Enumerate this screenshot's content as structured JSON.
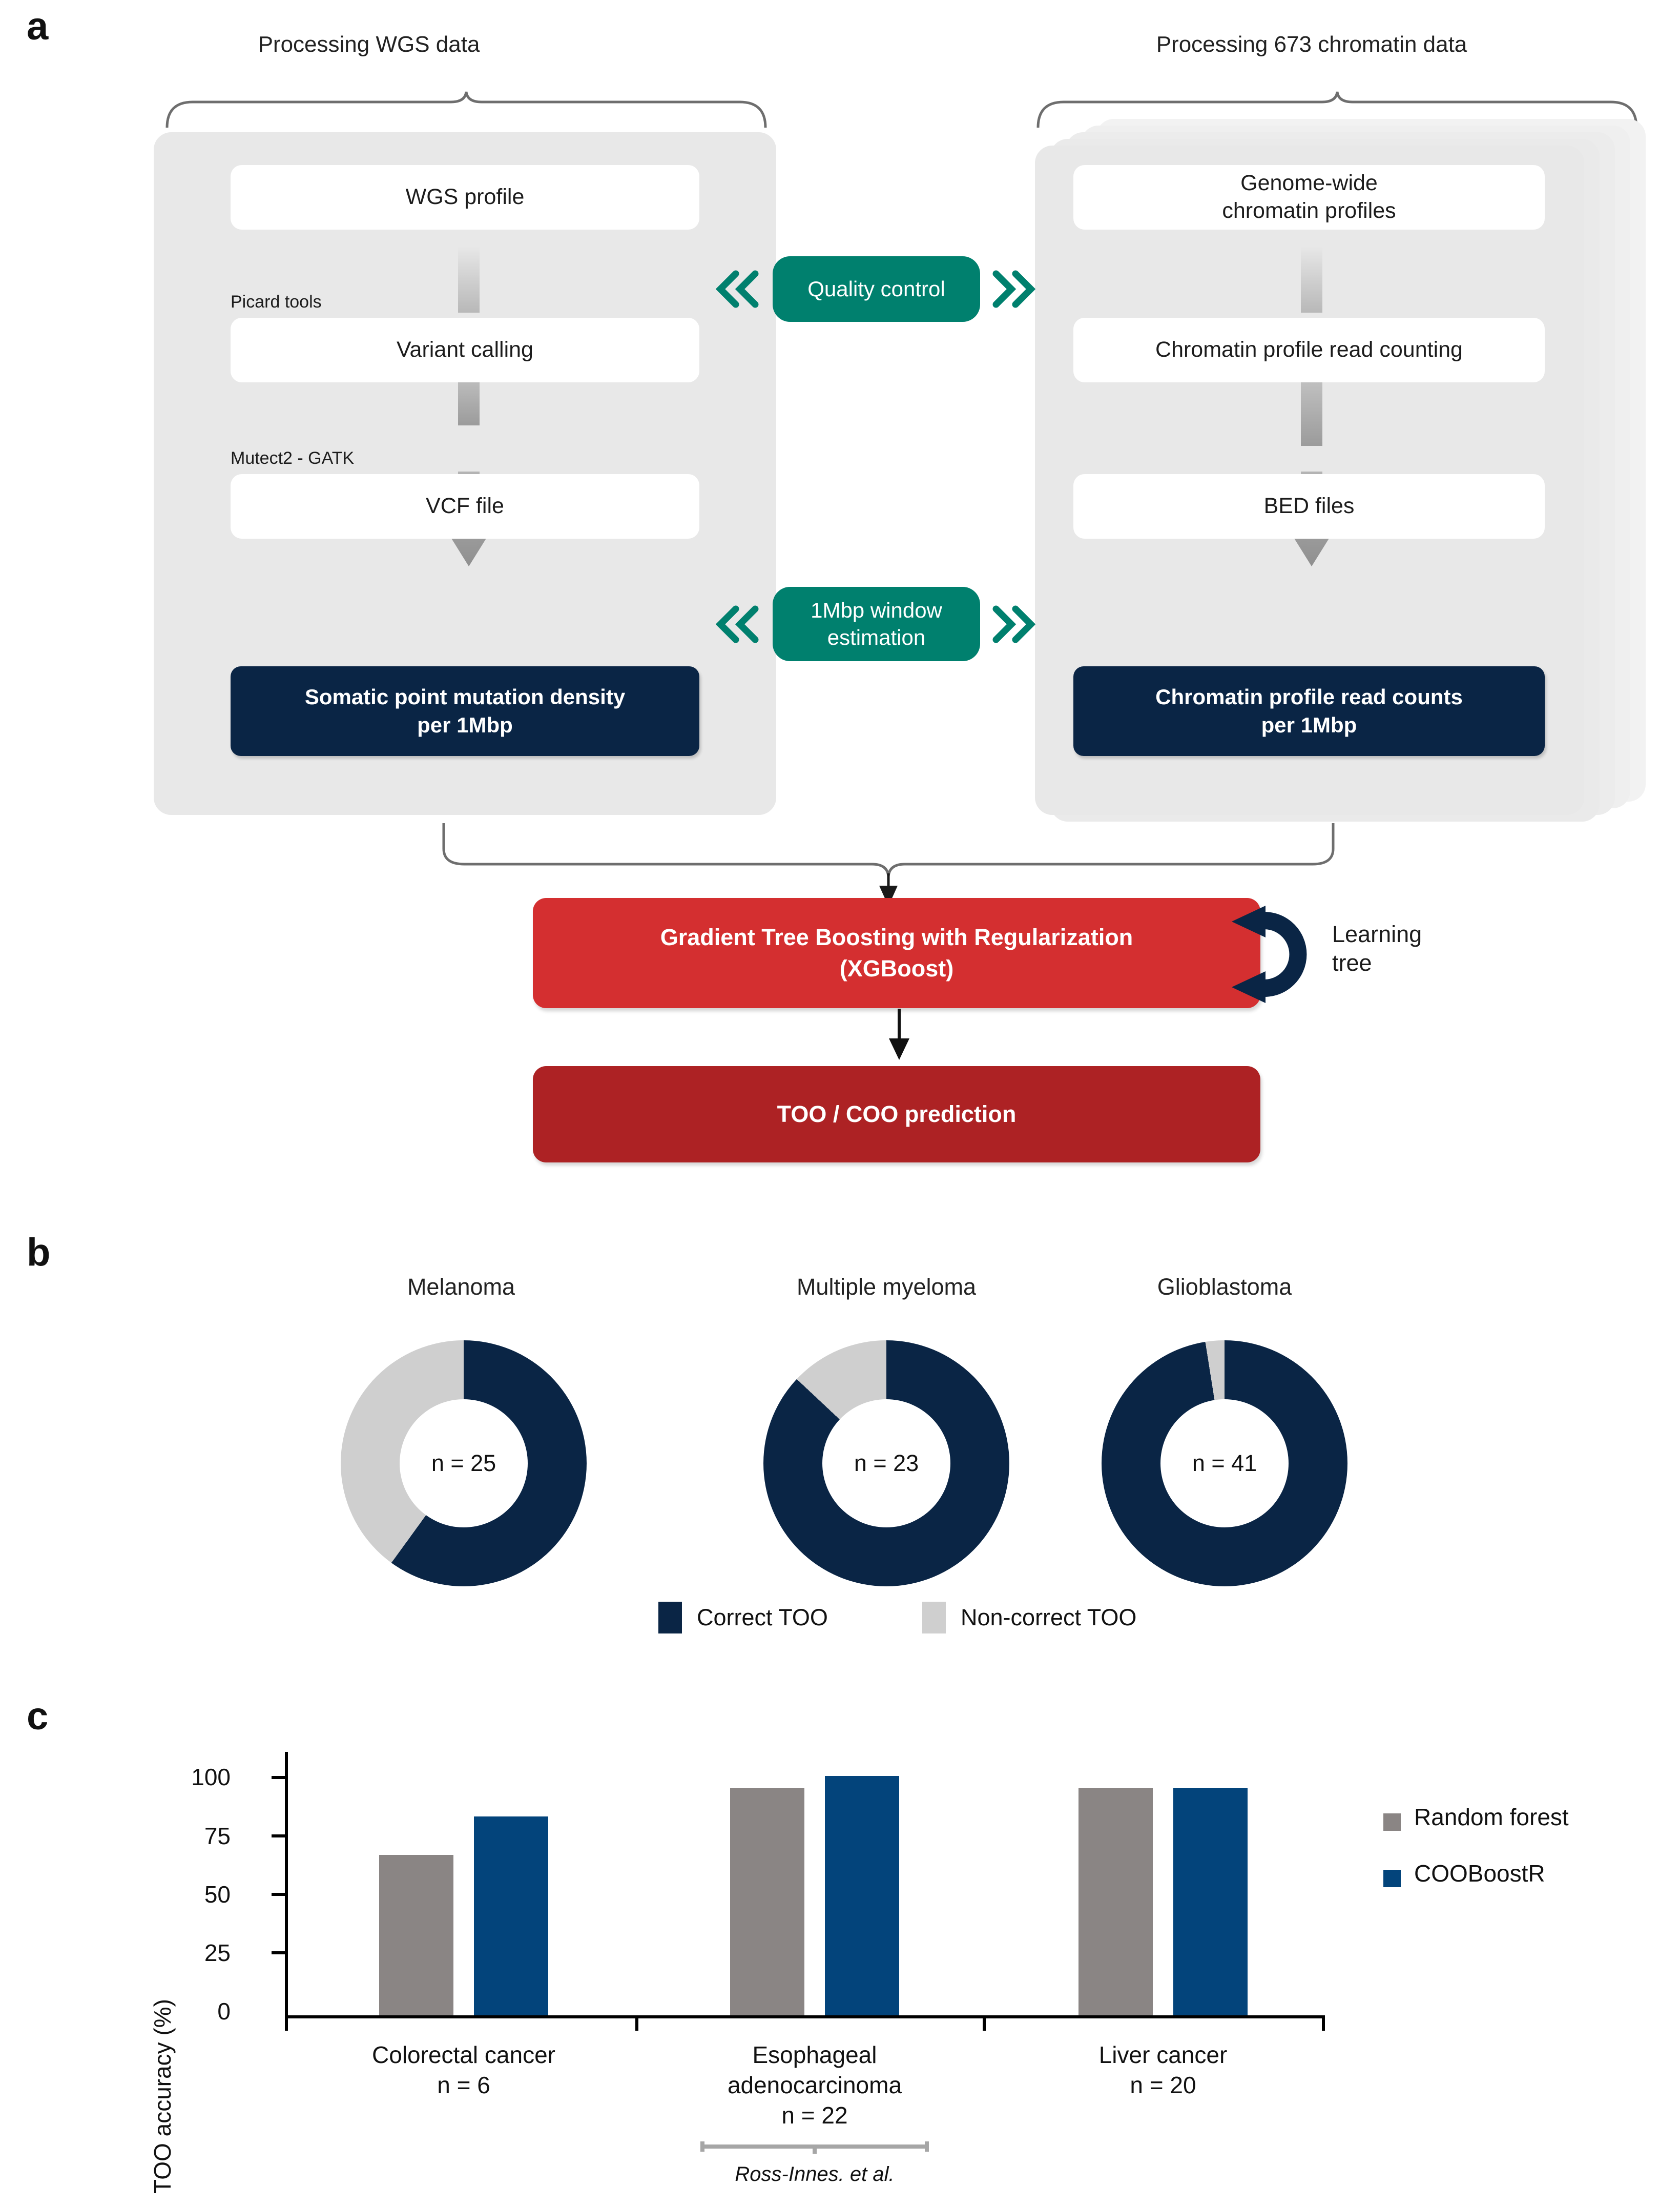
{
  "panels": {
    "a": {
      "letter": "a"
    },
    "b": {
      "letter": "b"
    },
    "c": {
      "letter": "c"
    }
  },
  "flow": {
    "left_title": "Processing WGS data",
    "right_title": "Processing 673 chromatin data",
    "left_boxes": [
      "WGS profile",
      "Variant calling",
      "VCF file"
    ],
    "left_tools": [
      "Picard tools",
      "Mutect2 - GATK"
    ],
    "left_output": "Somatic point mutation density\nper 1Mbp",
    "left_output_line1": "Somatic point mutation density",
    "left_output_line2": "per 1Mbp",
    "right_boxes_line1": [
      "Genome-wide",
      "Chromatin profile read counting",
      "BED files"
    ],
    "right_box1_line2": "chromatin profiles",
    "right_output_line1": "Chromatin profile read counts",
    "right_output_line2": "per 1Mbp",
    "badges": [
      {
        "line1": "Quality control",
        "line2": ""
      },
      {
        "line1": "1Mbp window",
        "line2": "estimation"
      }
    ],
    "model_line1": "Gradient Tree Boosting with Regularization",
    "model_line2": "(XGBoost)",
    "prediction": "TOO / COO prediction",
    "learning_line1": "Learning",
    "learning_line2": "tree",
    "colors": {
      "teal": "#00806e",
      "navy": "#0a2545",
      "red_model": "#d42f30",
      "red_prediction": "#ad2224",
      "card_gray": "#e8e8e8",
      "arrow_gray": "#9a9a9a"
    }
  },
  "donuts": {
    "legend": [
      {
        "label": "Correct TOO",
        "color": "#0a2545"
      },
      {
        "label": "Non-correct TOO",
        "color": "#cfcfcf"
      }
    ],
    "items": [
      {
        "title": "Melanoma",
        "center": "n = 25",
        "correct_pct": 60,
        "noncorrect_pct": 40
      },
      {
        "title": "Multiple myeloma",
        "center": "n = 23",
        "correct_pct": 87,
        "noncorrect_pct": 13
      },
      {
        "title": "Glioblastoma",
        "center": "n = 41",
        "correct_pct": 97.5,
        "noncorrect_pct": 2.5
      }
    ]
  },
  "chart_data": {
    "type": "bar",
    "title": "",
    "xlabel": "",
    "ylabel": "TOO accuracy (%)",
    "ylim": [
      0,
      100
    ],
    "yticks": [
      0,
      25,
      50,
      75,
      100
    ],
    "ytick_labels": [
      "0",
      "25",
      "50",
      "75",
      "100"
    ],
    "grid": false,
    "legend_position": "right",
    "categories": [
      "Colorectal cancer",
      "Esophageal adenocarcinoma",
      "Liver cancer"
    ],
    "category_lines": [
      [
        "Colorectal cancer",
        "n = 6"
      ],
      [
        "Esophageal",
        "adenocarcinoma",
        "n = 22"
      ],
      [
        "Liver cancer",
        "n = 20"
      ]
    ],
    "category_n": [
      "n = 6",
      "n = 22",
      "n = 20"
    ],
    "annotation": "Ross-Innes. et al.",
    "series": [
      {
        "name": "Random forest",
        "color": "#8a8584",
        "values": [
          67,
          95,
          95
        ]
      },
      {
        "name": "COOBoostR",
        "color": "#03447b",
        "values": [
          83,
          100,
          95
        ]
      }
    ]
  }
}
